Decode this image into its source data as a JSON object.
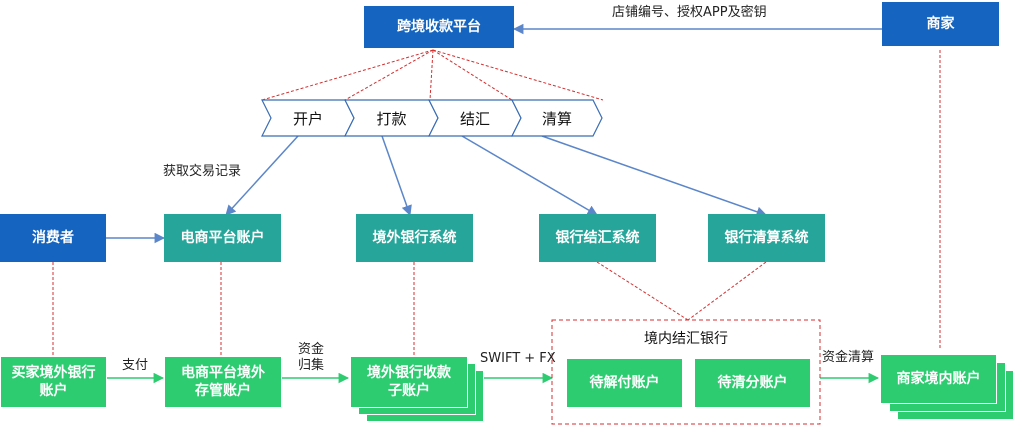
{
  "nodes": {
    "platform": "跨境收款平台",
    "merchant": "商家",
    "consumer": "消费者",
    "ecom_account": "电商平台账户",
    "overseas_bank_system": "境外银行系统",
    "bank_fx_system": "银行结汇系统",
    "bank_clearing_system": "银行清算系统",
    "buyer_overseas_account": "买家境外银行账户",
    "ecom_custody_account": "电商平台境外存管账户",
    "overseas_collection_sub": "境外银行收款子账户",
    "domestic_fx_bank": "境内结汇银行",
    "pending_fx_account": "待解付账户",
    "pending_clear_account": "待清分账户",
    "merchant_domestic_account": "商家境内账户"
  },
  "steps": [
    "开户",
    "打款",
    "结汇",
    "清算"
  ],
  "edge_labels": {
    "merchant_to_platform": "店铺编号、授权APP及密钥",
    "get_records": "获取交易记录",
    "pay": "支付",
    "fund_collect": "资金归集",
    "swift_fx": "SWIFT + FX",
    "fund_clear": "资金清算"
  },
  "colors": {
    "blue": "#1565c0",
    "teal": "#26a69a",
    "green": "#2ecc71",
    "arrow": "#5b86c9",
    "dashed_red": "#d32f2f"
  }
}
